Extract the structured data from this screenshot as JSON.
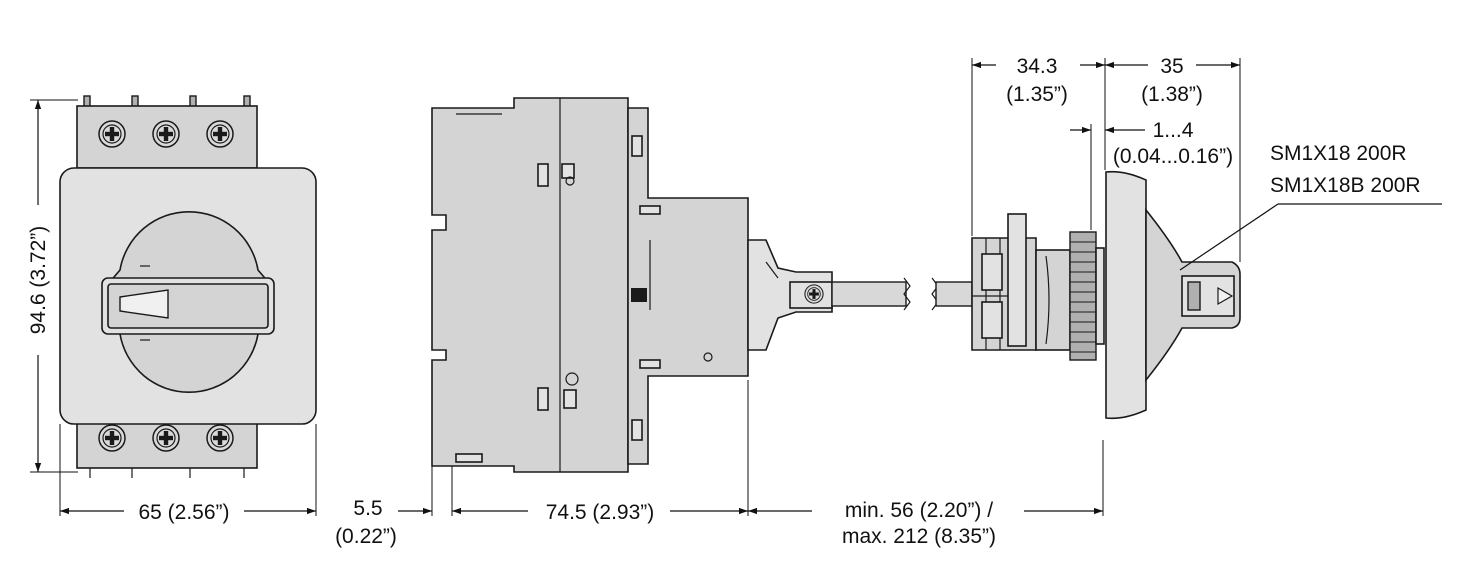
{
  "dimensions": {
    "front_width": "65 (2.56”)",
    "front_height": "94.6 (3.72”)",
    "rail_offset_mm": "5.5",
    "rail_offset_in": "(0.22”)",
    "body_depth": "74.5 (2.93”)",
    "shaft_range_line1": "min. 56 (2.20”) /",
    "shaft_range_line2": "max. 212 (8.35”)",
    "door_part_mm": "34.3",
    "door_part_in": "(1.35”)",
    "handle_depth_mm": "35",
    "handle_depth_in": "(1.38”)",
    "door_thickness_mm": "1...4",
    "door_thickness_in": "(0.04...0.16”)"
  },
  "labels": {
    "model_line1": "SM1X18 200R",
    "model_line2": "SM1X18B 200R"
  }
}
